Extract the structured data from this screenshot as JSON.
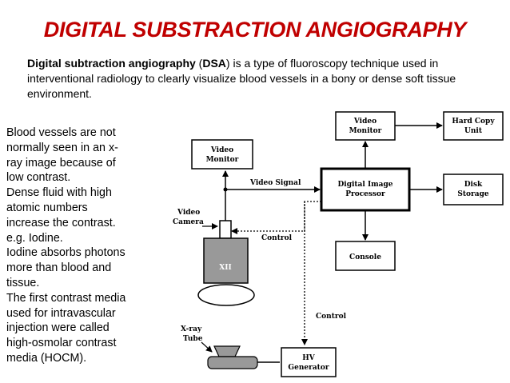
{
  "title": "DIGITAL SUBSTRACTION ANGIOGRAPHY",
  "intro": {
    "term": "Digital subtraction angiography",
    "open": " (",
    "abbr": "DSA",
    "rest": ") is a type of fluoroscopy technique used in interventional radiology to clearly visualize blood vessels in a bony or dense soft tissue environment."
  },
  "side_lines": [
    "Blood vessels are not",
    "normally seen in an x-",
    "ray image because of",
    "low contrast.",
    "Dense fluid with high",
    "atomic numbers",
    "increase the contrast.",
    "e.g. Iodine.",
    "Iodine absorbs photons",
    "more than blood and",
    "tissue.",
    "The first contrast media",
    "used for intravascular",
    "injection were called",
    "high-osmolar contrast",
    "media (HOCM)."
  ],
  "diagram": {
    "video_monitor_left": [
      "Video",
      "Monitor"
    ],
    "video_monitor_right": [
      "Video",
      "Monitor"
    ],
    "hard_copy": [
      "Hard Copy",
      "Unit"
    ],
    "processor": [
      "Digital Image",
      "Processor"
    ],
    "disk": [
      "Disk",
      "Storage"
    ],
    "console": "Console",
    "hv_generator": [
      "HV",
      "Generator"
    ],
    "video_camera": [
      "Video",
      "Camera"
    ],
    "xray_tube": [
      "X-ray",
      "Tube"
    ],
    "xii": "XII",
    "video_signal": "Video Signal",
    "control_upper": "Control",
    "control_lower": "Control"
  }
}
